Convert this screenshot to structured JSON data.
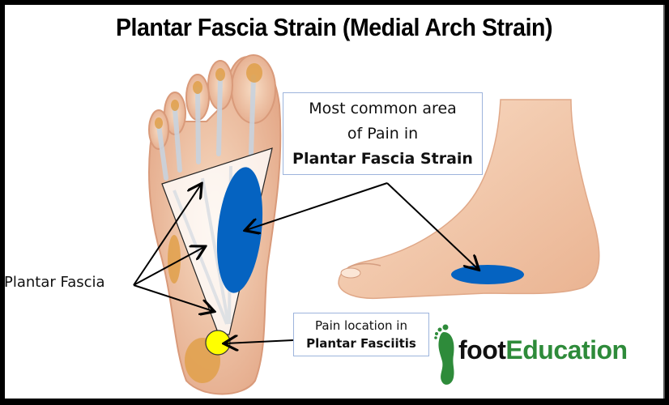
{
  "title": "Plantar Fascia Strain (Medial Arch Strain)",
  "callouts": {
    "strain": {
      "line1": "Most common area",
      "line2": "of Pain in",
      "line3": "Plantar Fascia Strain"
    },
    "fasciitis": {
      "line1": "Pain location in",
      "line2": "Plantar Fasciitis"
    }
  },
  "labels": {
    "plantar_fascia": "Plantar Fascia"
  },
  "logo": {
    "word1": "foot",
    "word2": "Education",
    "icon": "footprint-icon"
  },
  "colors": {
    "strain_marker": "#0563c1",
    "fasciitis_marker": "#ffff00",
    "logo_green": "#2e8b3a",
    "callout_border": "#9db4dc",
    "skin": "#f3c9a6"
  }
}
